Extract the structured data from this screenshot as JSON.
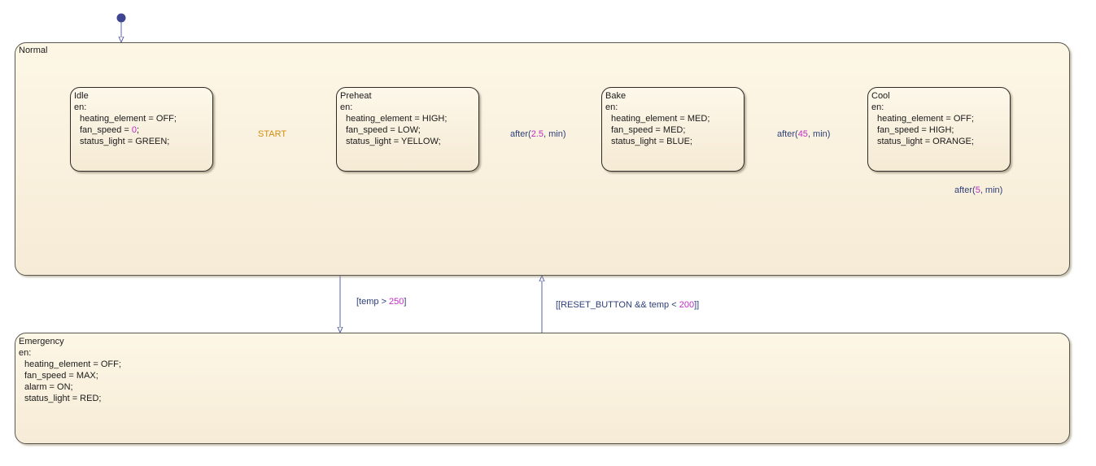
{
  "colors": {
    "wire": "#5b64a6",
    "default_dot": "#3f4591",
    "junction": "#d37a1e",
    "number": "#c02bc4",
    "event": "#d38c12",
    "label": "#2c3e78"
  },
  "states": {
    "normal": {
      "name": "Normal"
    },
    "idle": {
      "name": "Idle",
      "entry": "en:",
      "actions": [
        {
          "var": "heating_element = ",
          "val": "OFF;",
          "num": ""
        },
        {
          "var": "fan_speed = ",
          "val": ";",
          "num": "0"
        },
        {
          "var": "status_light = ",
          "val": "GREEN;",
          "num": ""
        }
      ]
    },
    "preheat": {
      "name": "Preheat",
      "entry": "en:",
      "actions": [
        "heating_element = HIGH;",
        "fan_speed = LOW;",
        "status_light = YELLOW;"
      ]
    },
    "bake": {
      "name": "Bake",
      "entry": "en:",
      "actions": [
        "heating_element = MED;",
        "fan_speed = MED;",
        "status_light = BLUE;"
      ]
    },
    "cool": {
      "name": "Cool",
      "entry": "en:",
      "actions": [
        "heating_element = OFF;",
        "fan_speed = HIGH;",
        "status_light = ORANGE;"
      ]
    },
    "emergency": {
      "name": "Emergency",
      "entry": "en:",
      "actions": [
        "heating_element = OFF;",
        "fan_speed = MAX;",
        "alarm = ON;",
        "status_light = RED;"
      ]
    }
  },
  "transitions": {
    "idle_to_preheat": {
      "event": "START"
    },
    "preheat_to_bake": {
      "pre": "after(",
      "num": "2.5",
      "post": ", min)"
    },
    "bake_to_cool": {
      "pre": "after(",
      "num": "45",
      "post": ", min)"
    },
    "cool_to_junction": {
      "pre": "after(",
      "num": "5",
      "post": ", min)"
    },
    "normal_to_emergency": {
      "pre": "[temp > ",
      "num": "250",
      "post": "]"
    },
    "emergency_to_normal": {
      "pre": "[[RESET_BUTTON && temp < ",
      "num": "200",
      "post": "]]"
    }
  }
}
